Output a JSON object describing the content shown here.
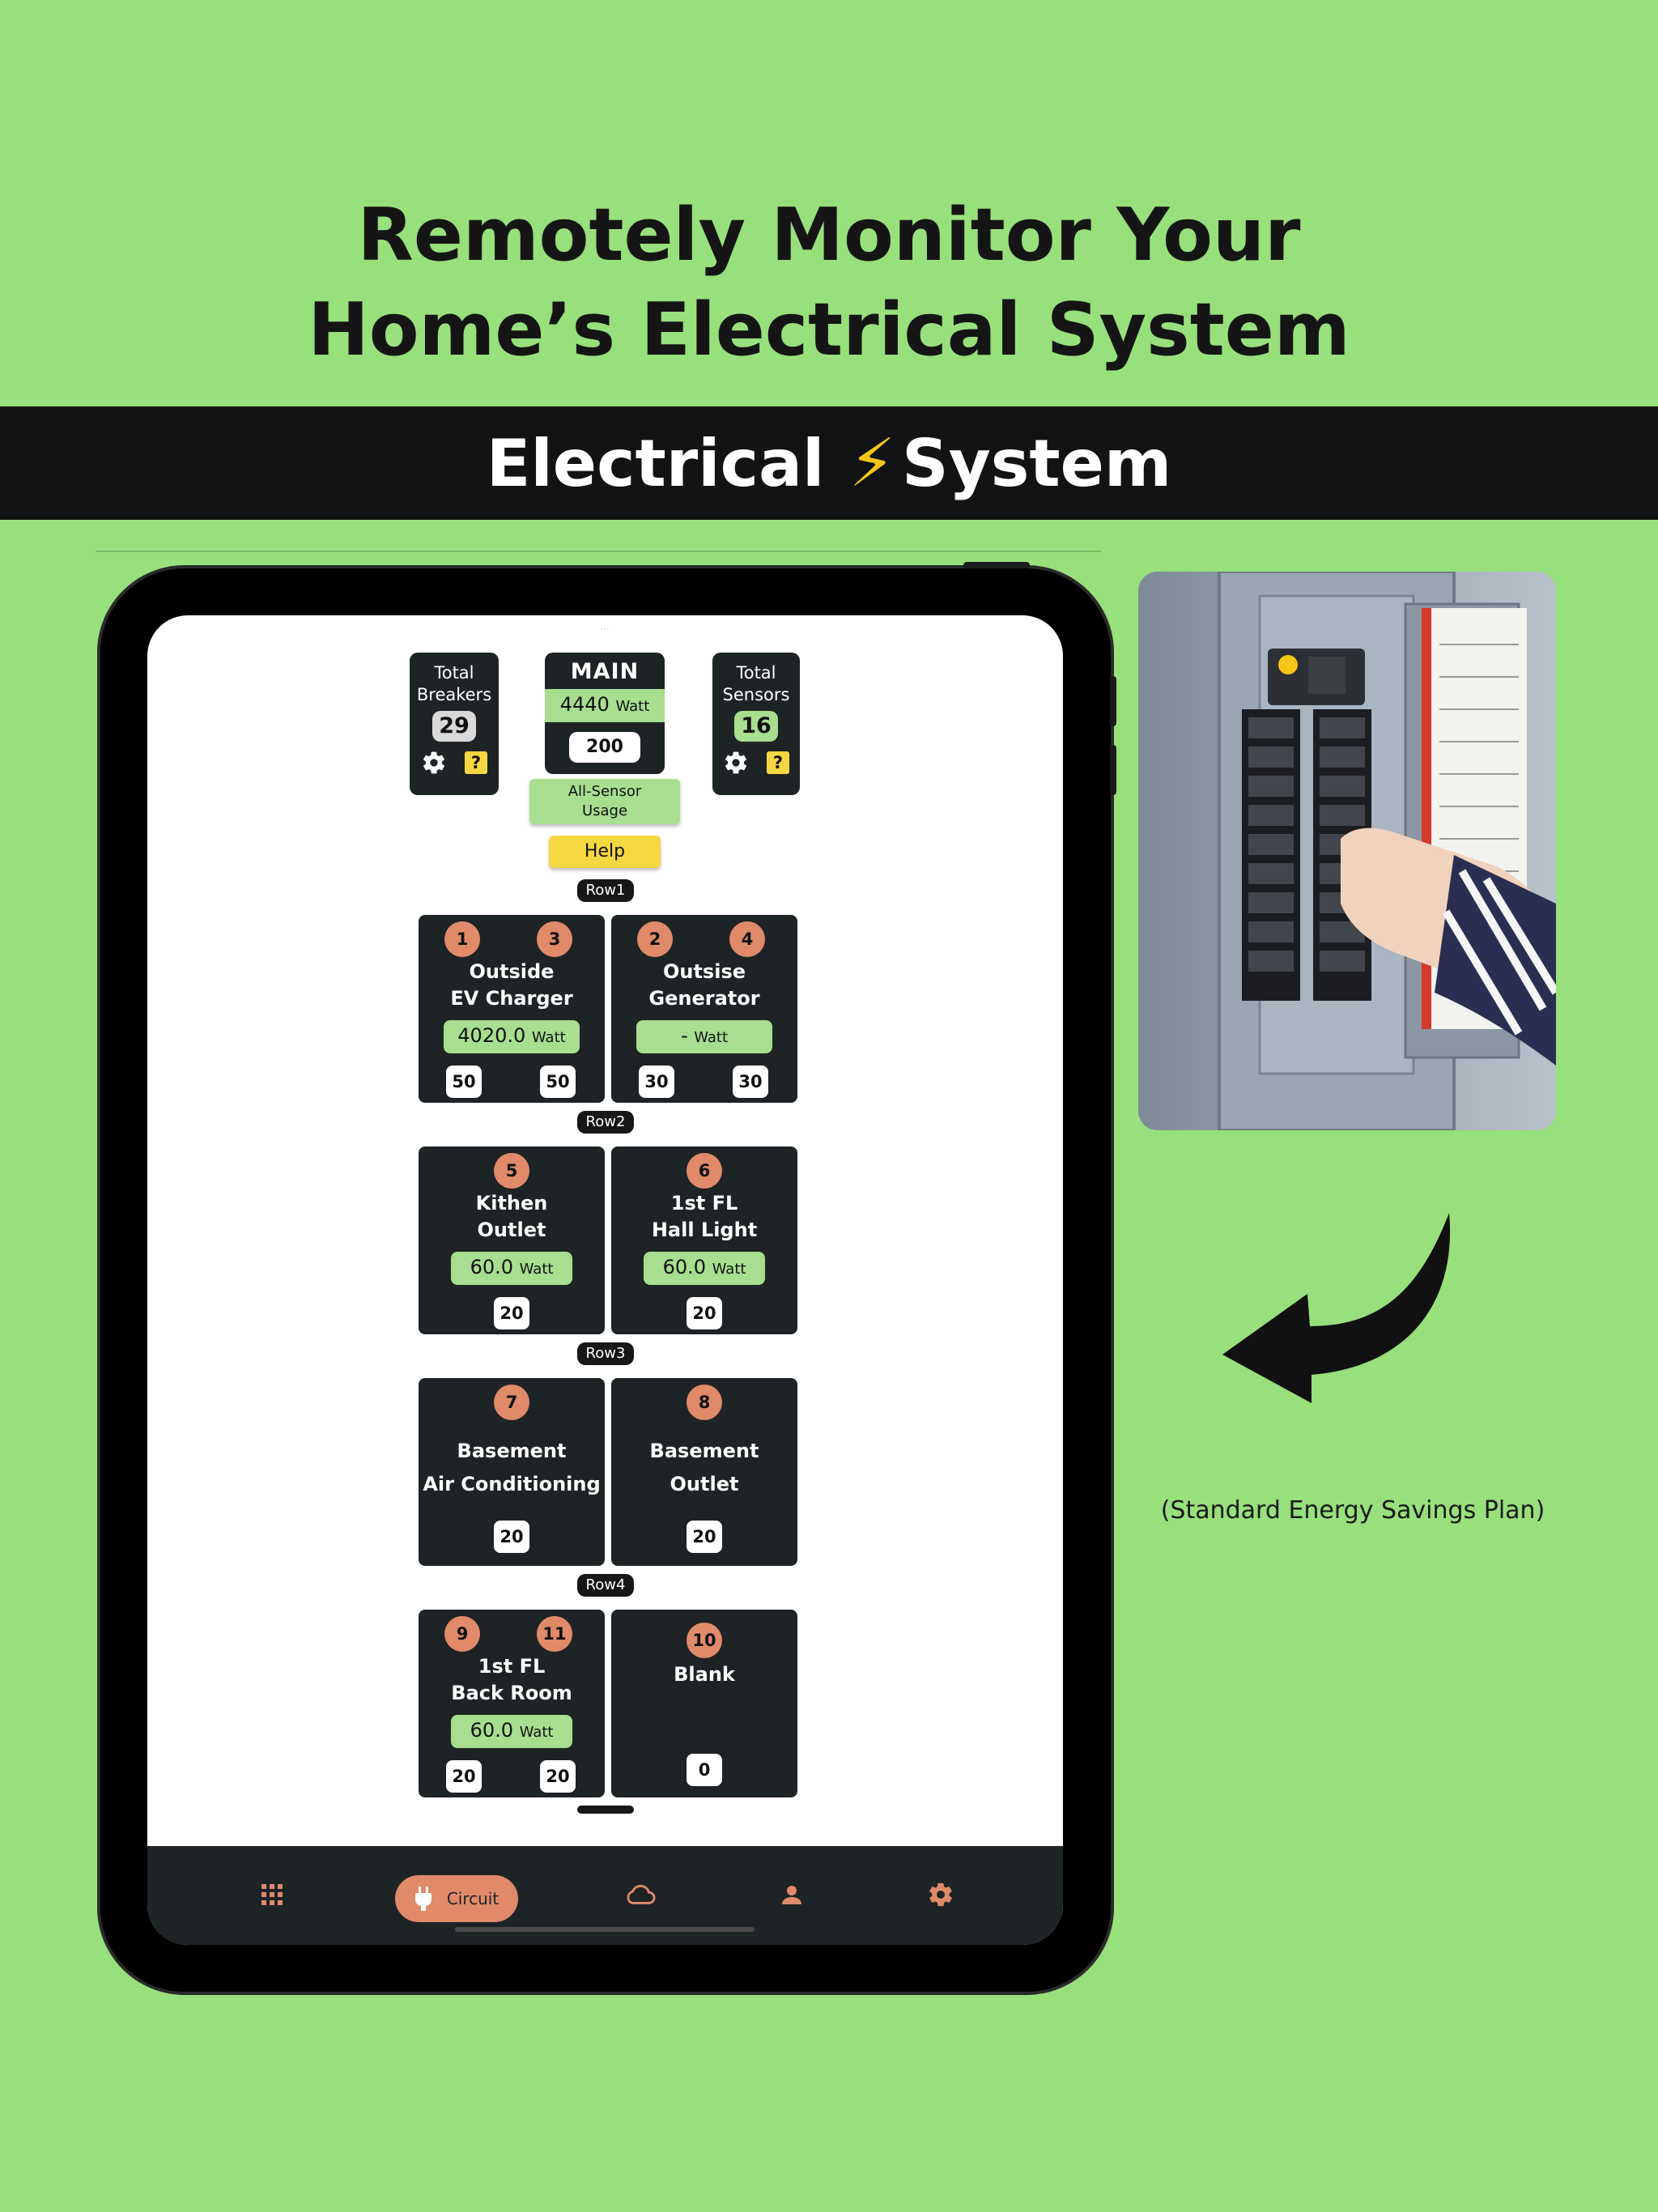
{
  "headline": {
    "line1": "Remotely Monitor Your",
    "line2": "Home’s Electrical System"
  },
  "banner": {
    "left": "Electrical",
    "bolt": "⚡",
    "right": "System"
  },
  "caption": "(Standard Energy Savings Plan)",
  "summary": {
    "breakers": {
      "line1": "Total",
      "line2": "Breakers",
      "count": "29"
    },
    "main": {
      "title": "MAIN",
      "watt": "4440",
      "unit": "Watt",
      "amp": "200"
    },
    "sensors": {
      "line1": "Total",
      "line2": "Sensors",
      "count": "16"
    },
    "help_glyph": "?"
  },
  "buttons": {
    "all_sensor_1": "All-Sensor",
    "all_sensor_2": "Usage",
    "help": "Help"
  },
  "rows": [
    "Row1",
    "Row2",
    "Row3",
    "Row4"
  ],
  "breakers": [
    {
      "nums": [
        "1",
        "3"
      ],
      "name1": "Outside",
      "name2": "EV Charger",
      "watt": "4020.0",
      "unit": "Watt",
      "amps": [
        "50",
        "50"
      ]
    },
    {
      "nums": [
        "2",
        "4"
      ],
      "name1": "Outsise",
      "name2": "Generator",
      "watt": "-",
      "unit": "Watt",
      "amps": [
        "30",
        "30"
      ]
    },
    {
      "nums": [
        "5"
      ],
      "name1": "Kithen",
      "name2": "Outlet",
      "watt": "60.0",
      "unit": "Watt",
      "amps": [
        "20"
      ]
    },
    {
      "nums": [
        "6"
      ],
      "name1": "1st FL",
      "name2": "Hall Light",
      "watt": "60.0",
      "unit": "Watt",
      "amps": [
        "20"
      ]
    },
    {
      "nums": [
        "7"
      ],
      "name1": "Basement",
      "name2": "Air Conditioning",
      "amps": [
        "20"
      ]
    },
    {
      "nums": [
        "8"
      ],
      "name1": "Basement",
      "name2": "Outlet",
      "amps": [
        "20"
      ]
    },
    {
      "nums": [
        "9",
        "11"
      ],
      "name1": "1st FL",
      "name2": "Back Room",
      "watt": "60.0",
      "unit": "Watt",
      "amps": [
        "20",
        "20"
      ]
    },
    {
      "nums": [
        "10"
      ],
      "name1": "Blank",
      "amps": [
        "0"
      ]
    }
  ],
  "tabbar": {
    "active_label": "Circuit",
    "icons": [
      "grid-icon",
      "plug-icon",
      "cloud-icon",
      "person-icon",
      "gear-icon"
    ]
  },
  "colors": {
    "background": "#98e07c",
    "banner": "#121314",
    "card": "#1e2325",
    "accent": "#e08a6a",
    "watt_pill": "#a7de8f",
    "help": "#f5d742"
  }
}
